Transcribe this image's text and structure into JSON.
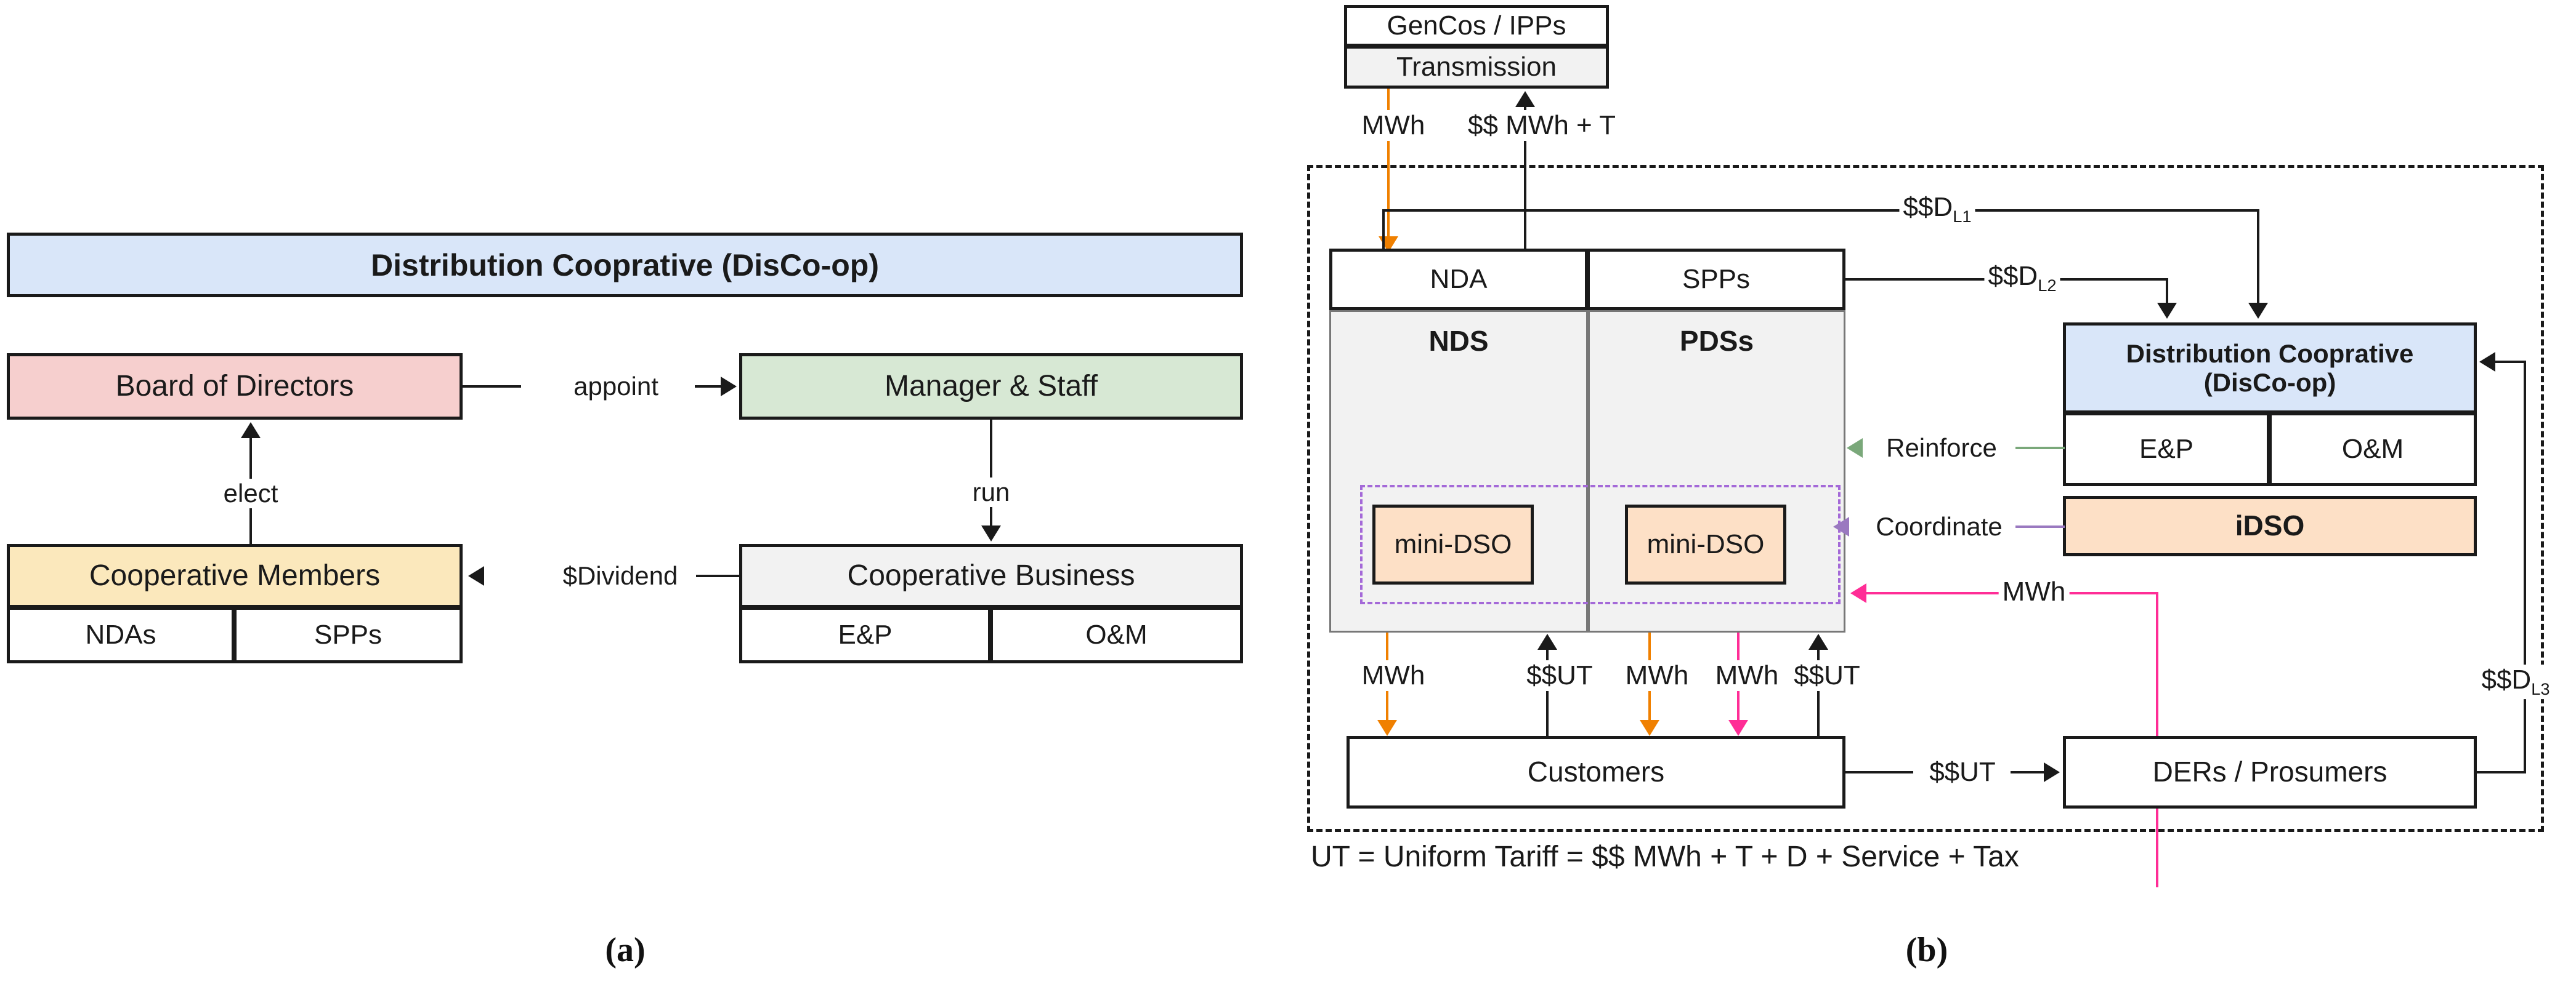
{
  "figure": {
    "panel_a_caption": "(a)",
    "panel_b_caption": "(b)"
  },
  "panel_a": {
    "header": {
      "title": "Distribution Cooprative (DisCo-op)"
    },
    "boxes": {
      "board": "Board of Directors",
      "manager": "Manager & Staff",
      "members": "Cooperative Members",
      "business": "Cooperative Business",
      "members_sub_left": "NDAs",
      "members_sub_right": "SPPs",
      "business_sub_left": "E&P",
      "business_sub_right": "O&M"
    },
    "edges": {
      "appoint": "appoint",
      "elect": "elect",
      "run": "run",
      "dividend": "$Dividend"
    },
    "colors": {
      "header": "#d9e6f9",
      "board": "#f6cfce",
      "manager": "#d7e8d4",
      "members": "#fbe8bc",
      "business": "#f2f2f2"
    }
  },
  "panel_b": {
    "top": {
      "gencos": "GenCos / IPPs",
      "transmission": "Transmission",
      "flow_mwh": "MWh",
      "flow_money": "$$ MWh + T"
    },
    "left_stack": {
      "nda": "NDA",
      "spps": "SPPs",
      "nds": "NDS",
      "pdss": "PDSs",
      "mini_dso_left": "mini-DSO",
      "mini_dso_right": "mini-DSO"
    },
    "right_stack": {
      "disco_line1": "Distribution Cooprative",
      "disco_line2": "(DisCo-op)",
      "ep": "E&P",
      "om": "O&M",
      "idso": "iDSO"
    },
    "bottom": {
      "customers": "Customers",
      "ders": "DERs / Prosumers"
    },
    "edge_labels": {
      "d_l1_prefix": "$$D",
      "d_l1_sub": "L1",
      "d_l2_prefix": "$$D",
      "d_l2_sub": "L2",
      "d_l3_prefix": "$$D",
      "d_l3_sub": "L3",
      "reinforce": "Reinforce",
      "coordinate": "Coordinate",
      "mwh_der": "MWh",
      "mwh_1": "MWh",
      "ut_1": "$$UT",
      "mwh_2": "MWh",
      "mwh_3": "MWh",
      "ut_2": "$$UT",
      "ut_customers_to_ders": "$$UT"
    },
    "footnote": "UT = Uniform Tariff = $$ MWh + T + D + Service + Tax",
    "colors": {
      "disco": "#d9e6f9",
      "idso": "#fde0c6",
      "mini_dso": "#fde0c6",
      "nds_pdss": "#f2f2f2",
      "transmission": "#f2f2f2",
      "orange_flow": "#f08000",
      "pink_flow": "#ff2d96",
      "green_flow": "#7aa87a",
      "purple_flow": "#9a79c0",
      "dashed_group": "#a469d8"
    }
  }
}
